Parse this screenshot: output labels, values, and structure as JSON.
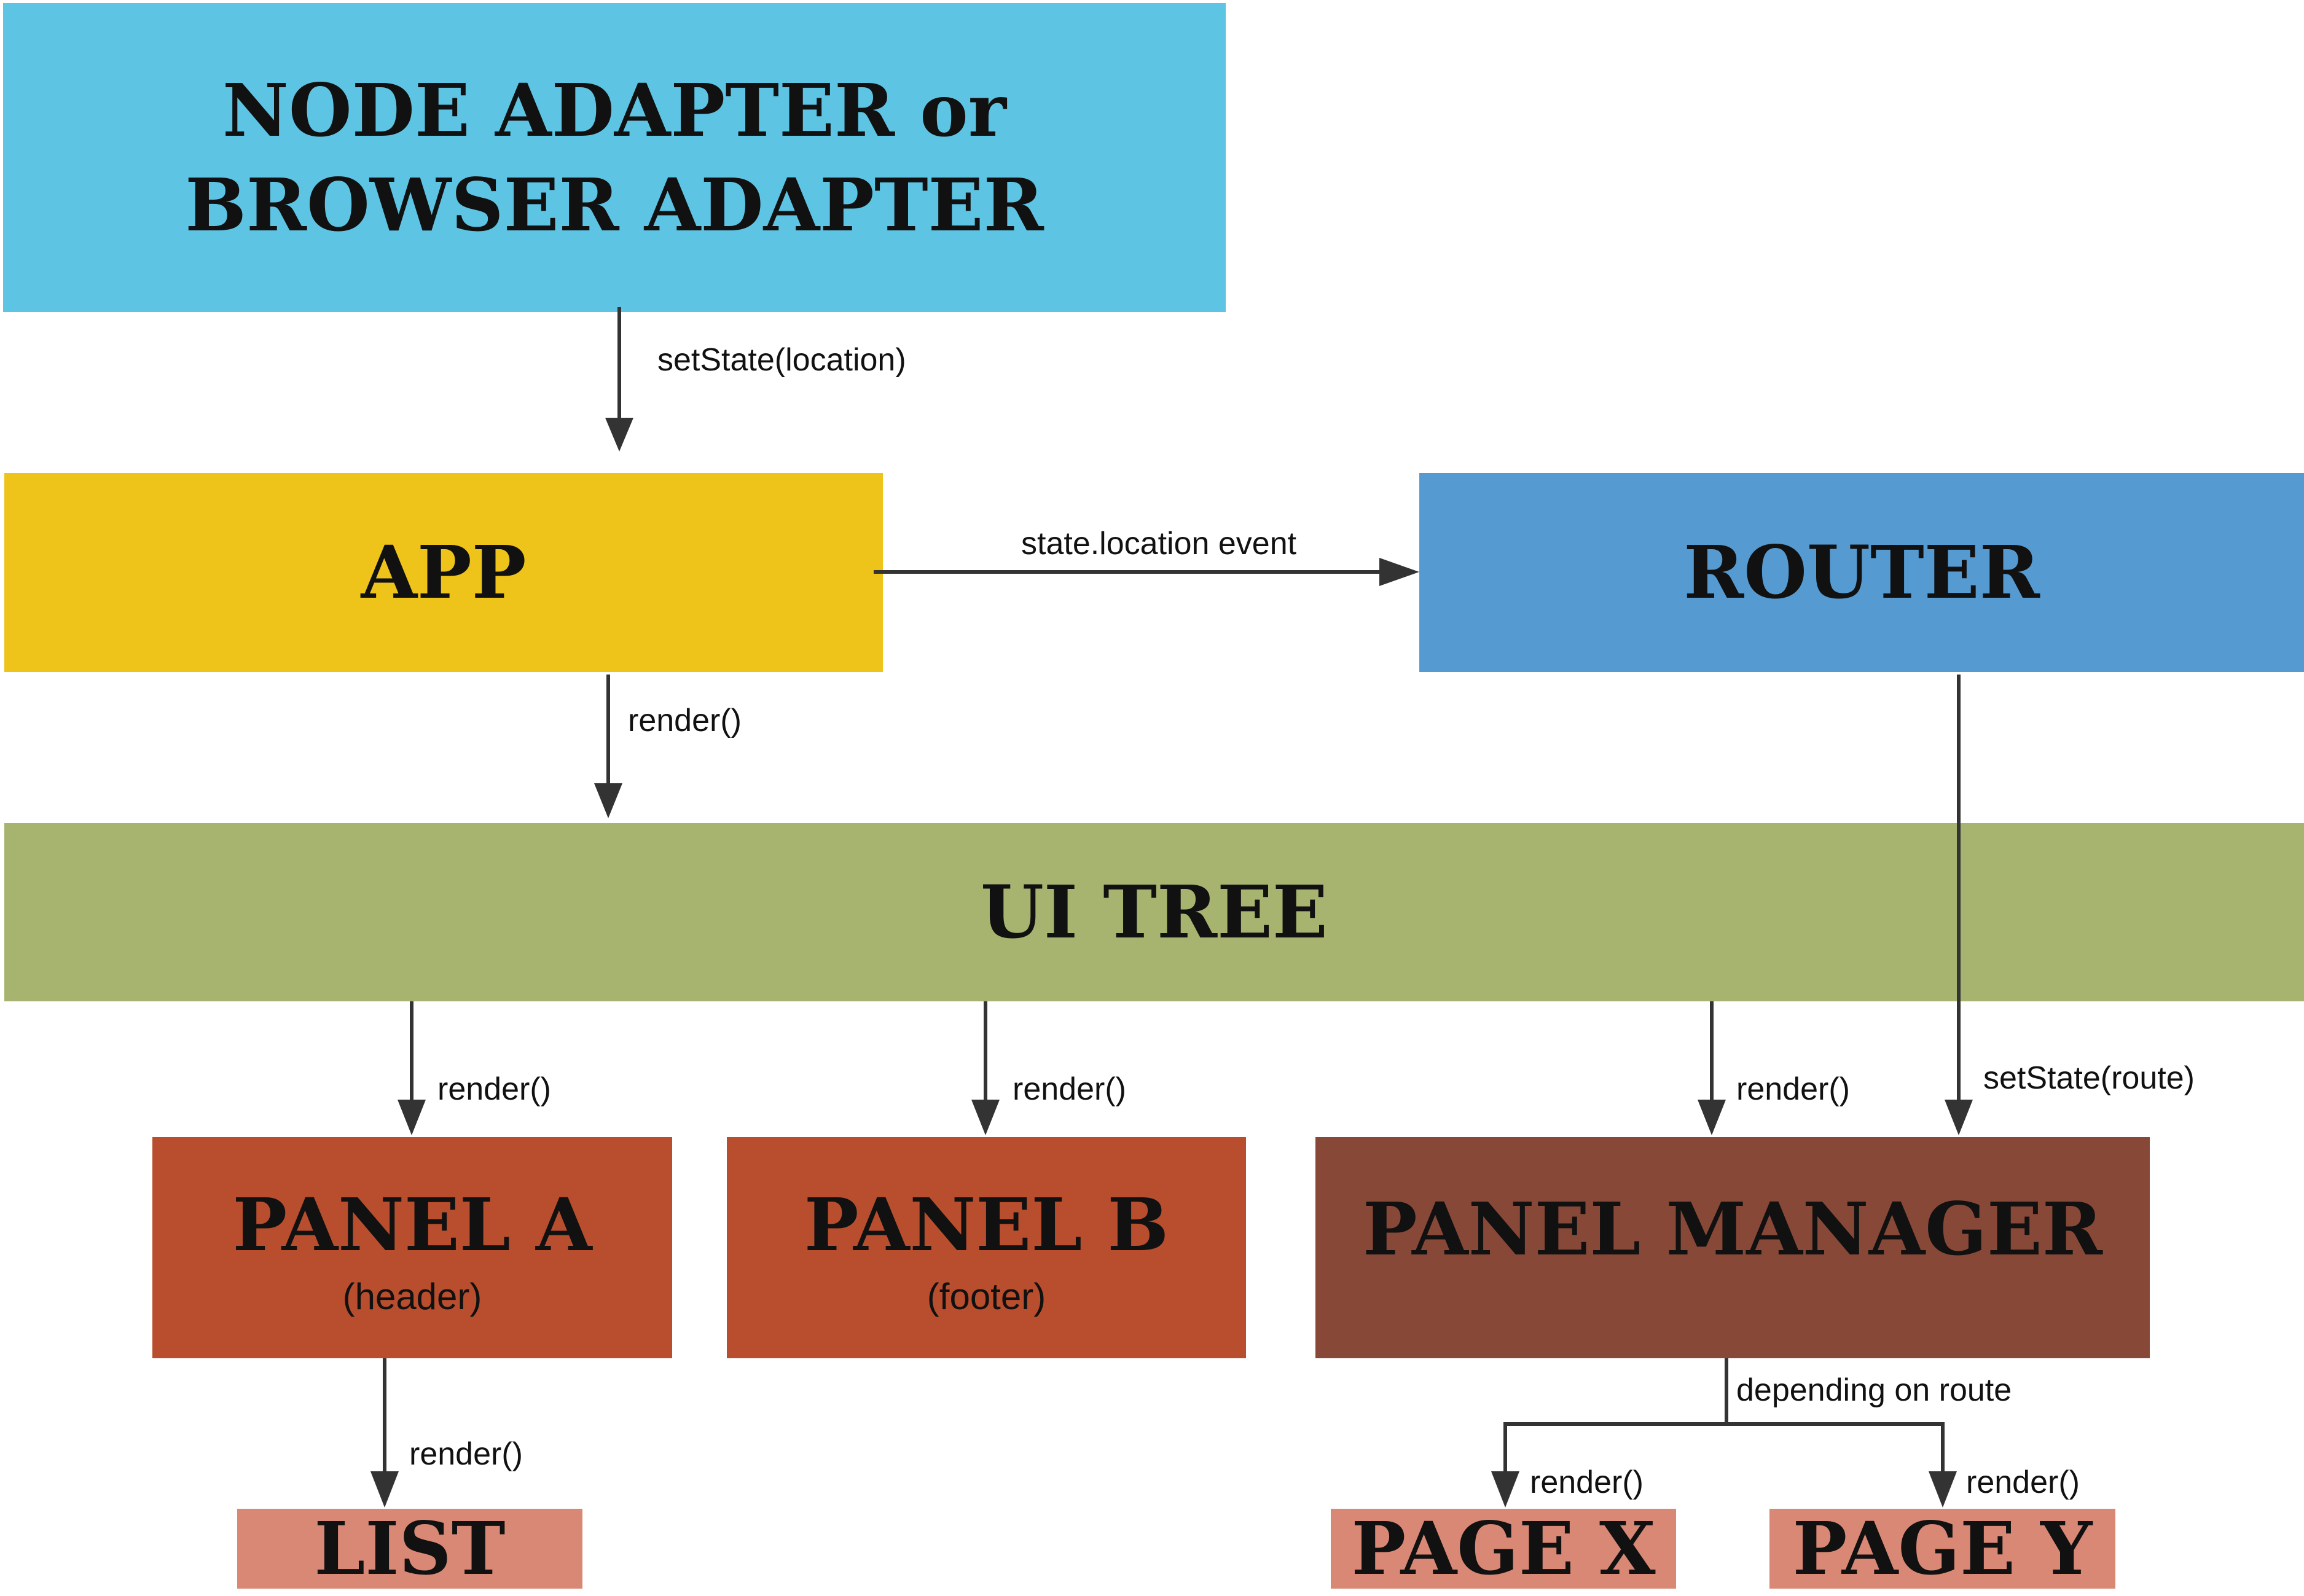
{
  "nodes": {
    "adapter": {
      "line1": "NODE ADAPTER or",
      "line2": "BROWSER ADAPTER"
    },
    "app": {
      "title": "APP"
    },
    "router": {
      "title": "ROUTER"
    },
    "ui_tree": {
      "title": "UI TREE"
    },
    "panel_a": {
      "title": "PANEL A",
      "subtitle": "(header)"
    },
    "panel_b": {
      "title": "PANEL B",
      "subtitle": "(footer)"
    },
    "panel_manager": {
      "title": "PANEL MANAGER"
    },
    "list": {
      "title": "LIST"
    },
    "page_x": {
      "title": "PAGE X"
    },
    "page_y": {
      "title": "PAGE Y"
    }
  },
  "edges": {
    "adapter_to_app": "setState(location)",
    "app_to_router": "state.location event",
    "app_to_ui_tree": "render()",
    "ui_tree_to_panel_a": "render()",
    "ui_tree_to_panel_b": "render()",
    "ui_tree_to_panel_manager": "render()",
    "router_to_panel_manager": "setState(route)",
    "panel_a_to_list": "render()",
    "panel_manager_branch": "depending on route",
    "branch_to_page_x": "render()",
    "branch_to_page_y": "render()"
  },
  "colors": {
    "adapter": "#5EC4E4",
    "app": "#EEC31A",
    "router": "#559BD2",
    "ui_tree": "#A7B46F",
    "panel": "#B84E2D",
    "panel_manager": "#884837",
    "page": "#D98875",
    "arrow": "#333333"
  }
}
